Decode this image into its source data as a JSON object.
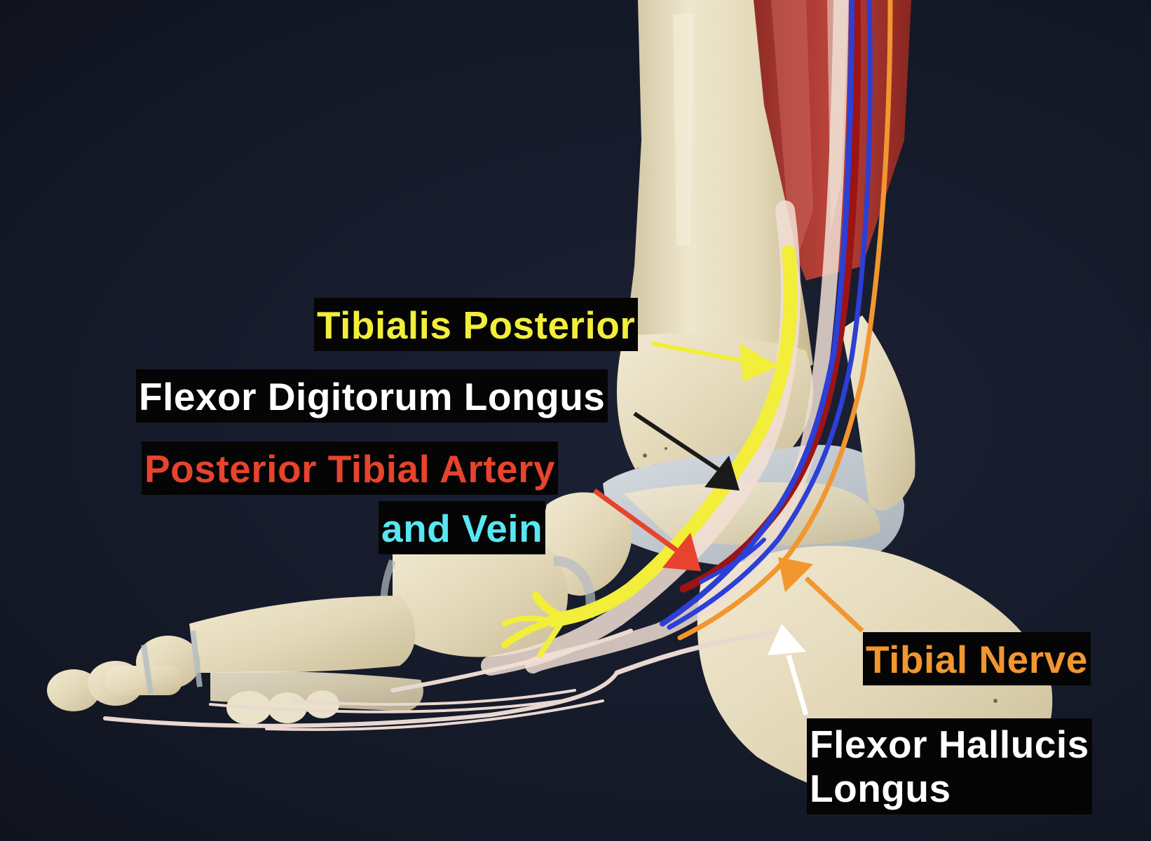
{
  "labels": {
    "tibialis_posterior": "Tibialis Posterior",
    "flexor_digitorum_longus": "Flexor Digitorum Longus",
    "posterior_tibial_artery": "Posterior Tibial Artery",
    "and_vein": "and Vein",
    "tibial_nerve": "Tibial Nerve",
    "flexor_hallucis_line1": "Flexor Hallucis",
    "flexor_hallucis_line2": "Longus"
  },
  "colors": {
    "background": "#151a29",
    "bone": "#e6dcc0",
    "tibialis_posterior": "#f2ee3a",
    "flexor_digitorum_longus": "#ffffff",
    "posterior_tibial_artery": "#e8432d",
    "vein": "#58e6f2",
    "tibial_nerve": "#f2962f",
    "flexor_hallucis_longus": "#ffffff",
    "label_background": "#050505"
  }
}
